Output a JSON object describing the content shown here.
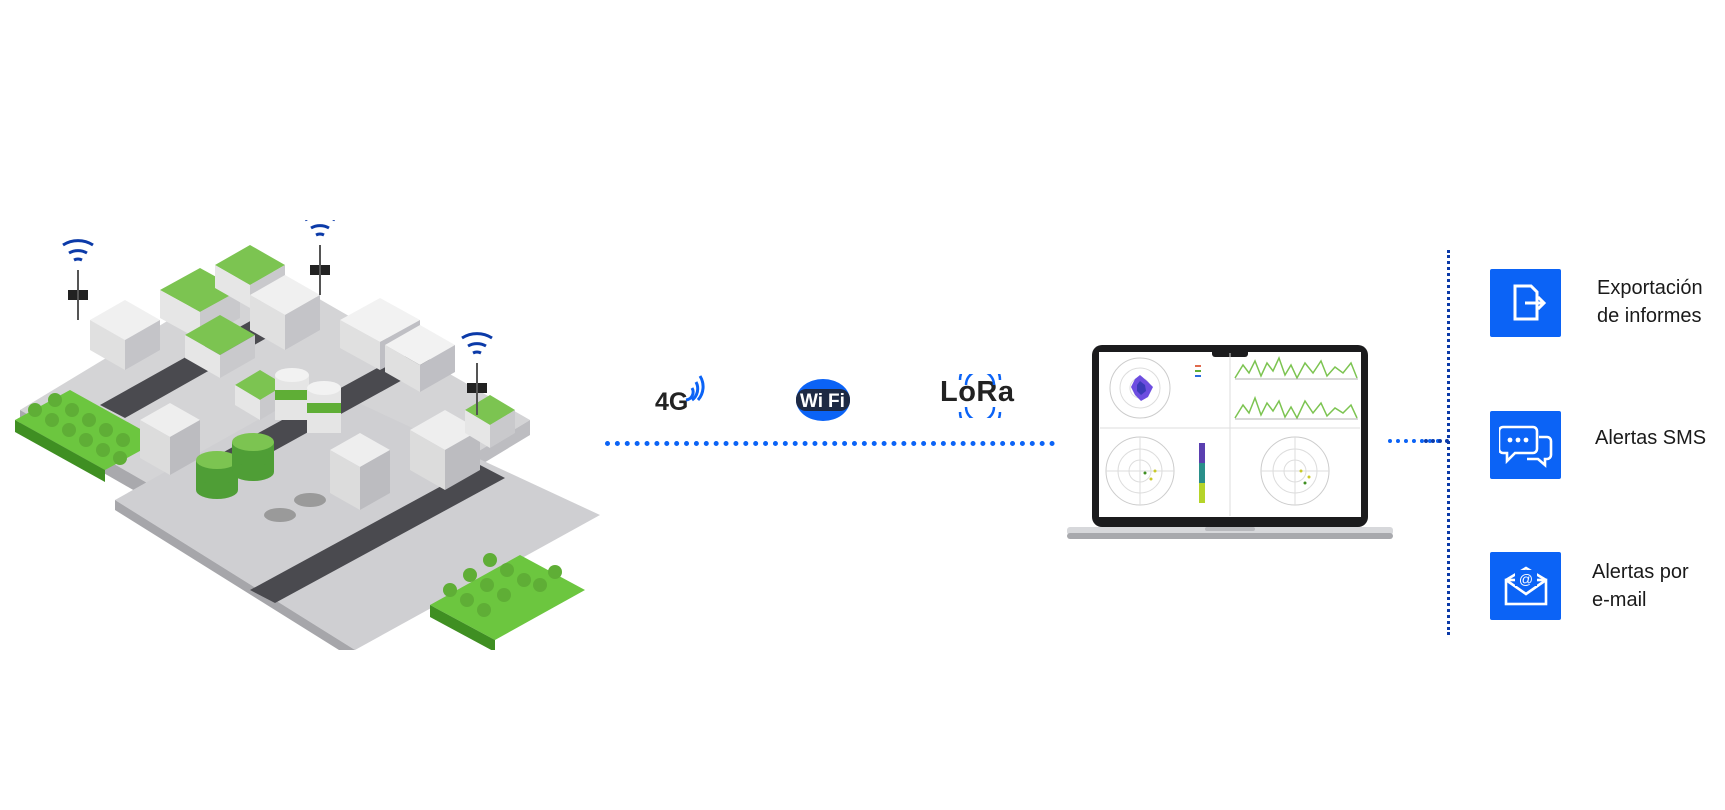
{
  "connectivity": {
    "network_4g": "4G",
    "network_wifi": "WiFi",
    "network_wifi_a": "Wi",
    "network_wifi_b": "Fi",
    "network_lora": "LoRa"
  },
  "outputs": [
    {
      "icon": "export-document-icon",
      "label": "Exportación\nde informes"
    },
    {
      "icon": "chat-bubbles-icon",
      "label": "Alertas SMS"
    },
    {
      "icon": "email-envelope-icon",
      "label": "Alertas por\ne-mail"
    }
  ],
  "colors": {
    "accent_blue": "#0b63f6",
    "dark_blue": "#0b3aa8",
    "city_green": "#5fbf3a",
    "building_grey": "#d9d9d9",
    "road": "#4a4a4f"
  }
}
